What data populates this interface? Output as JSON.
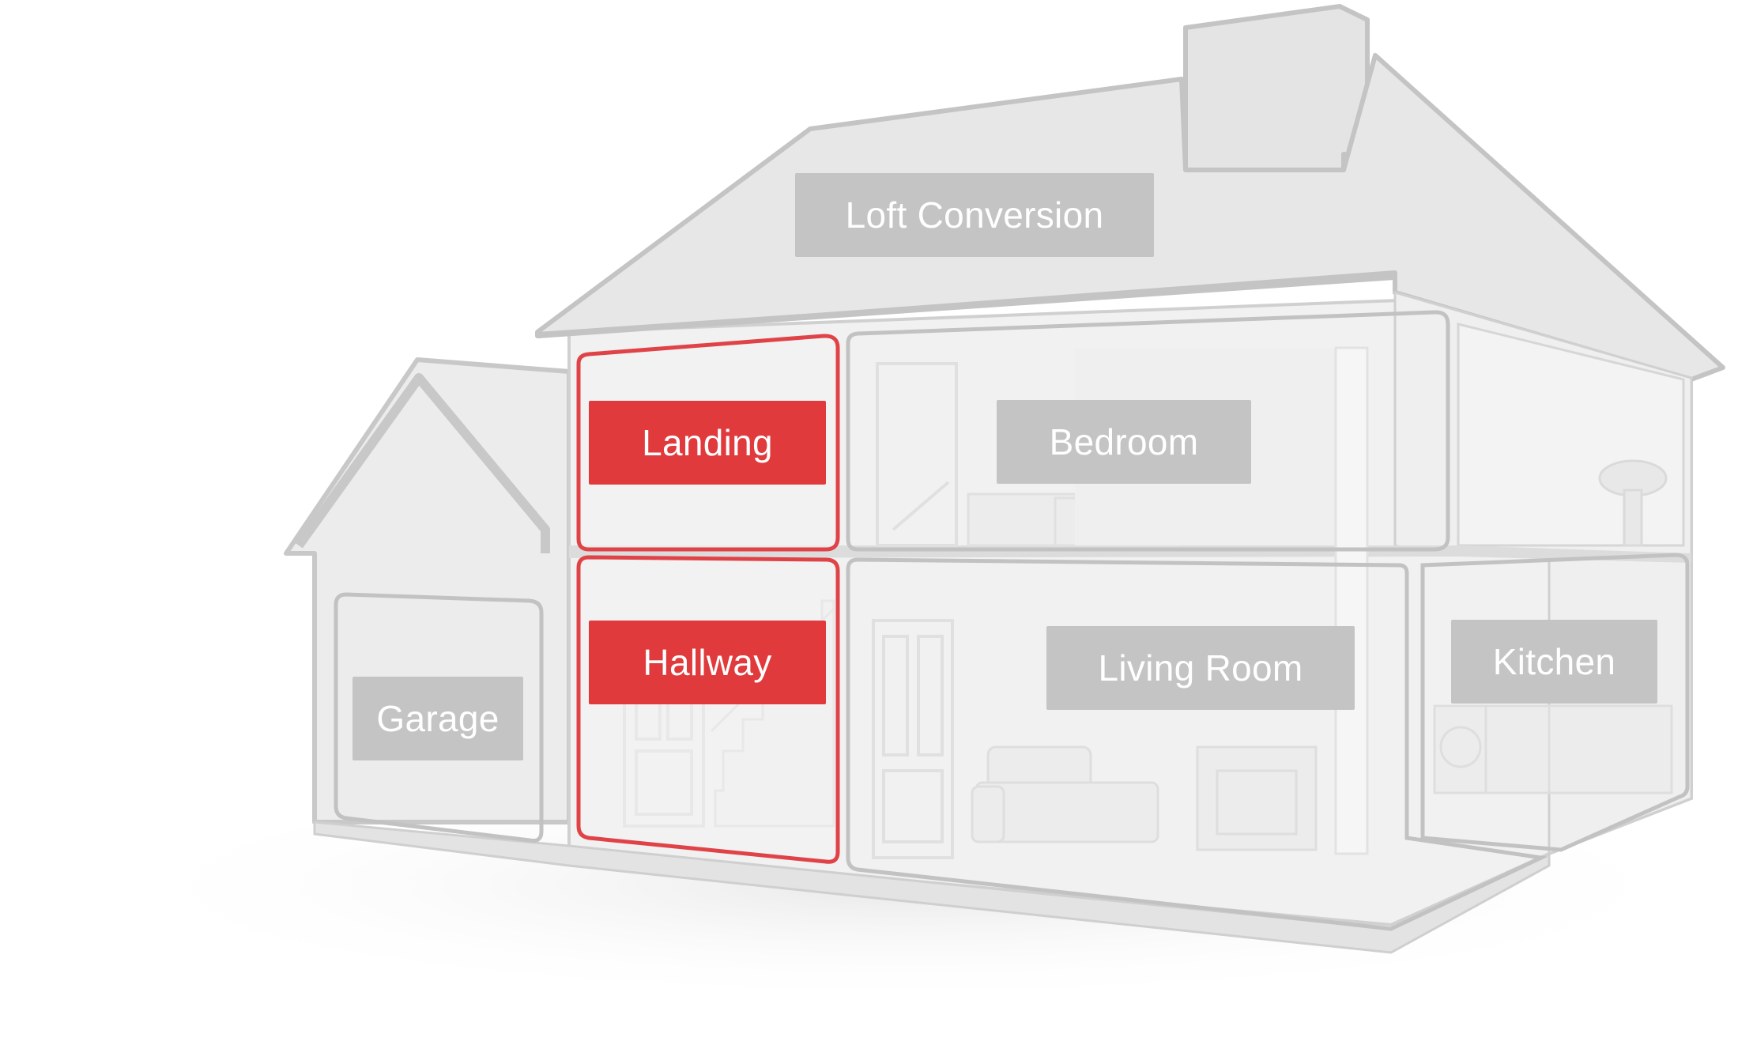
{
  "colors": {
    "active": "#e03a3d",
    "inactive_label": "#c4c4c4",
    "outline": "#c2c2c2",
    "wall": "#f0f0f0",
    "roof": "#e6e6e6"
  },
  "rooms": {
    "loft": {
      "label": "Loft Conversion",
      "state": "inactive"
    },
    "landing": {
      "label": "Landing",
      "state": "active"
    },
    "bedroom": {
      "label": "Bedroom",
      "state": "inactive"
    },
    "garage": {
      "label": "Garage",
      "state": "inactive"
    },
    "hallway": {
      "label": "Hallway",
      "state": "active"
    },
    "living_room": {
      "label": "Living Room",
      "state": "inactive"
    },
    "kitchen": {
      "label": "Kitchen",
      "state": "inactive"
    }
  }
}
